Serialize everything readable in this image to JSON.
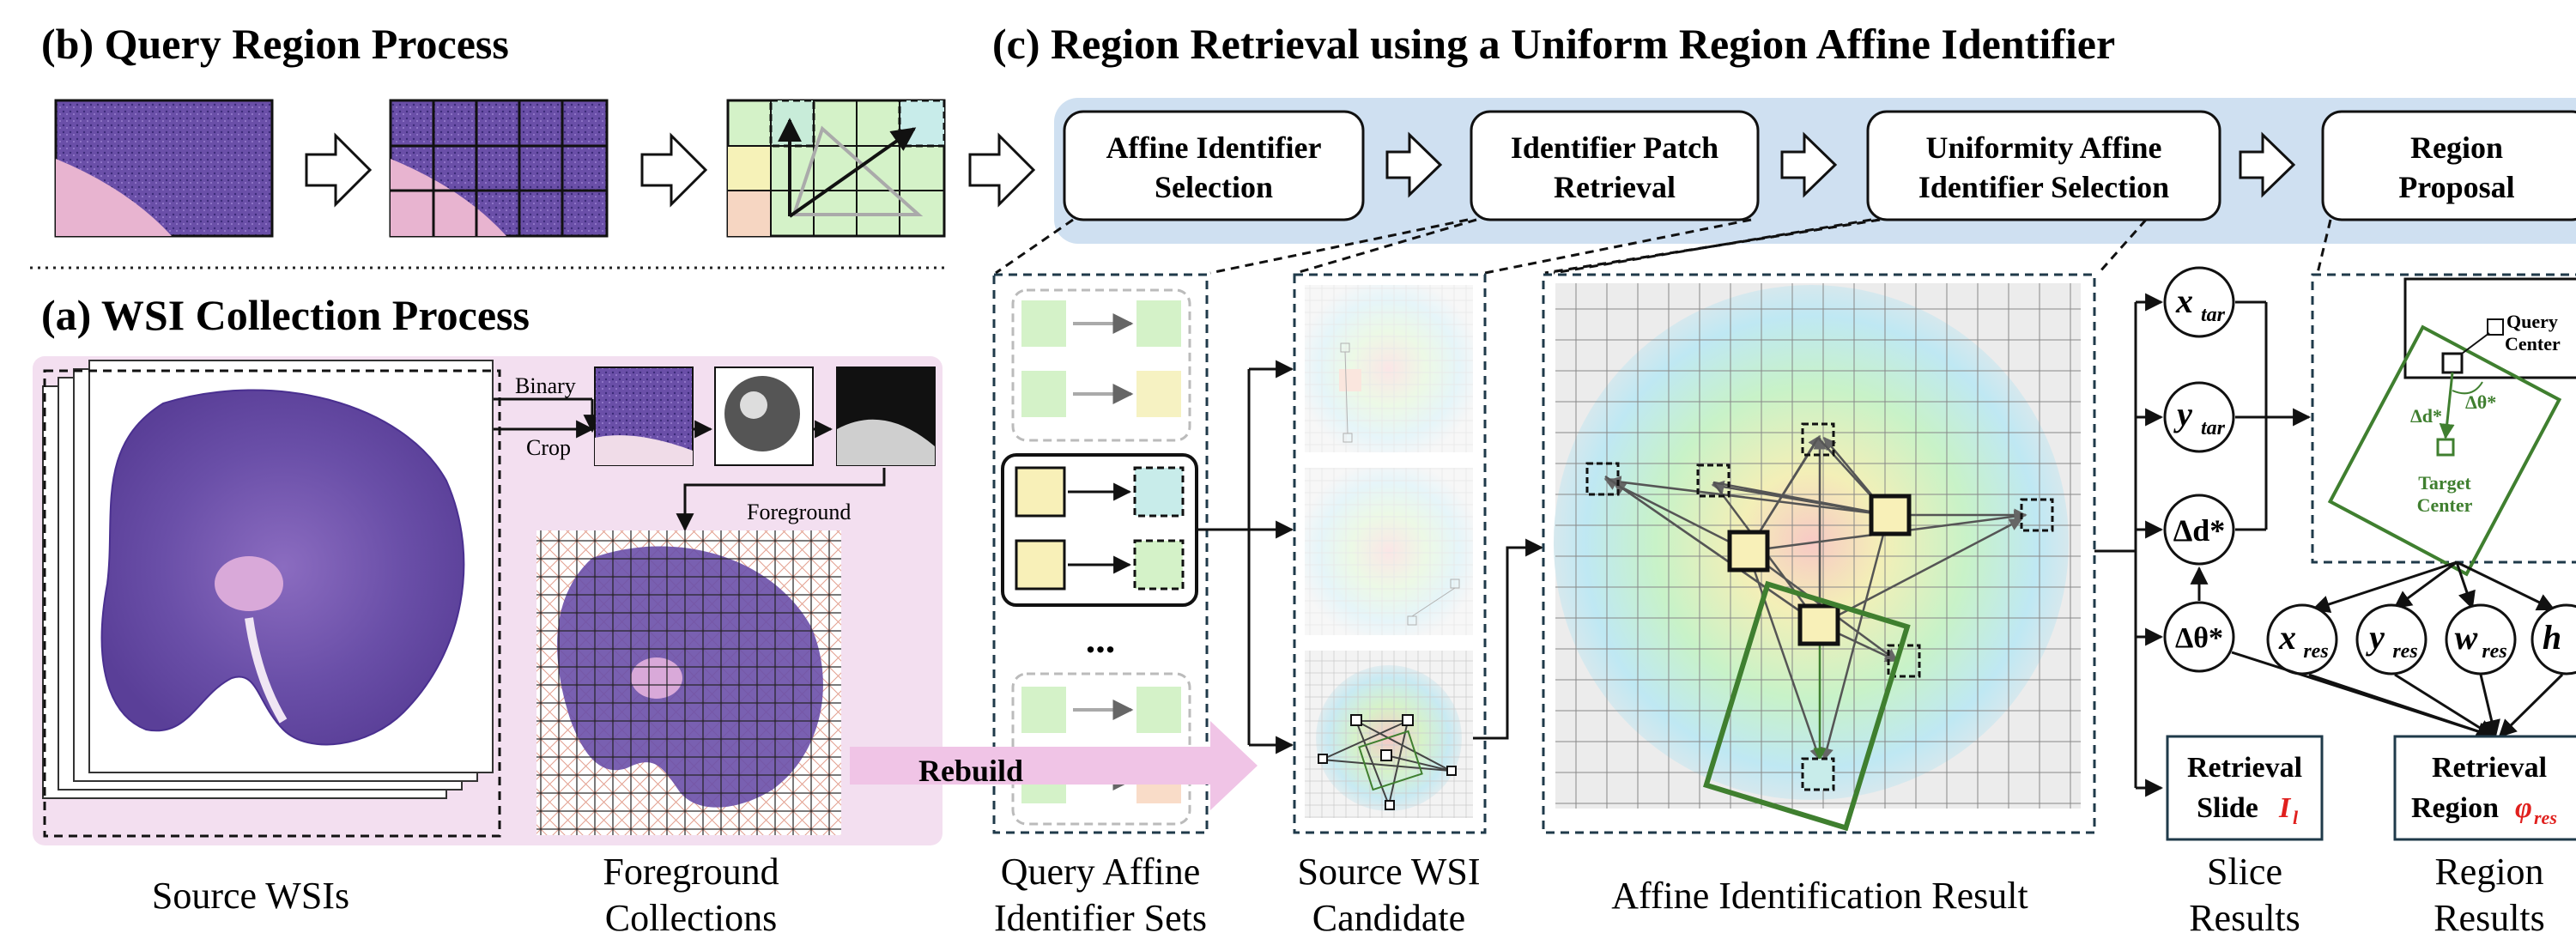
{
  "sections": {
    "query": "(b) Query Region Process",
    "retrieval": "(c) Region Retrieval using a Uniform Region Affine Identifier",
    "wsi": "(a) WSI Collection Process"
  },
  "pipeline": [
    [
      "Affine Identifier",
      "Selection"
    ],
    [
      "Identifier Patch",
      "Retrieval"
    ],
    [
      "Uniformity Affine",
      "Identifier Selection"
    ],
    [
      "Region",
      "Proposal"
    ]
  ],
  "wsi_labels": {
    "binary": "Binary",
    "crop": "Crop",
    "foreground": "Foreground",
    "rebuild": "Rebuild"
  },
  "captions": {
    "source_wsis": "Source WSIs",
    "foreground_collections": [
      "Foreground",
      "Collections"
    ],
    "query_sets": [
      "Query Affine",
      "Identifier Sets"
    ],
    "source_candidate": [
      "Source WSI",
      "Candidate"
    ],
    "affine_result": "Affine Identification Result",
    "slice_results": [
      "Slice",
      "Results"
    ],
    "region_results": [
      "Region",
      "Results"
    ]
  },
  "ellipsis": "...",
  "nodes": {
    "x_tar": "x",
    "x_tar_sub": "tar",
    "y_tar": "y",
    "y_tar_sub": "tar",
    "delta_d": "Δd*",
    "delta_theta": "Δθ*",
    "x_res": "x",
    "y_res": "y",
    "w_res": "w",
    "h_res": "h",
    "res_sub": "res"
  },
  "proposal": {
    "query_center": [
      "Query",
      "Center"
    ],
    "target_center": [
      "Target",
      "Center"
    ],
    "delta_d": "Δd*",
    "delta_theta": "Δθ*"
  },
  "results": {
    "slide": [
      "Retrieval",
      "Slide "
    ],
    "slide_symbol": "I",
    "slide_sub": "l",
    "region": [
      "Retrieval",
      "Region "
    ],
    "region_symbol": "φ",
    "region_sub": "res"
  },
  "colors": {
    "tissue": "#6a4fa8",
    "tissue_light": "#b89ad6",
    "pink": "#e8b4d0",
    "pipeline_bg": "#cfe0f1",
    "wsi_bg": "#f3dff0",
    "green_box": "#3f7f2f",
    "accent_red": "#e0201e"
  }
}
